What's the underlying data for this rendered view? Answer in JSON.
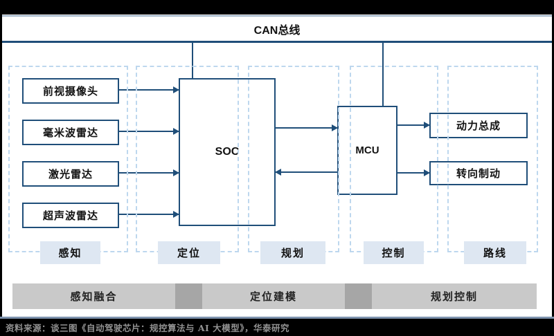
{
  "colors": {
    "navy": "#1F4E79",
    "dashed_blue": "#BDD7EE",
    "stage_fill": "#DEE7F2",
    "bar_light": "#C9C9C9",
    "bar_dark": "#A6A6A6",
    "rule_blue": "#7E93AE",
    "source_text_gray": "#929292",
    "frame_black": "#000000"
  },
  "can_bus": {
    "label": "CAN总线"
  },
  "sensors": [
    {
      "label": "前视摄像头"
    },
    {
      "label": "毫米波雷达"
    },
    {
      "label": "激光雷达"
    },
    {
      "label": "超声波雷达"
    }
  ],
  "soc": {
    "label": "SOC"
  },
  "mcu": {
    "label": "MCU"
  },
  "actuators": [
    {
      "label": "动力总成"
    },
    {
      "label": "转向制动"
    }
  ],
  "stages": [
    {
      "label": "感知"
    },
    {
      "label": "定位"
    },
    {
      "label": "规划"
    },
    {
      "label": "控制"
    },
    {
      "label": "路线"
    }
  ],
  "bottom_bar": {
    "segments": [
      {
        "label": "感知融合"
      },
      {
        "label": "定位建模"
      },
      {
        "label": "规划控制"
      }
    ]
  },
  "source": {
    "text": "资料来源：谈三图《自动驾驶芯片：规控算法与 AI 大模型》，华泰研究"
  }
}
